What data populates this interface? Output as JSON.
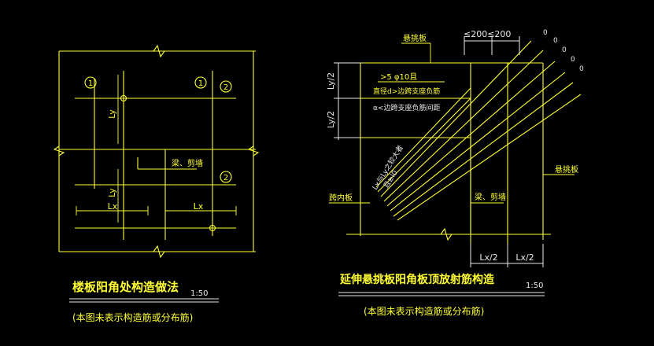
{
  "left_detail": {
    "title": "楼板阳角处构造做法",
    "scale": "1:50",
    "note": "(本图未表示构造筋或分布筋)",
    "label_ly_top": "Ly",
    "label_ly_bottom": "Ly",
    "label_lx_left": "Lx",
    "label_lx_right": "Lx",
    "label_beam_wall": "梁、剪墙",
    "marker_1a": "1",
    "marker_1b": "1",
    "marker_2a": "2",
    "marker_2b": "2"
  },
  "right_detail": {
    "title": "延伸悬挑板阳角板顶放射筋构造",
    "scale": "1:50",
    "note": "(本图未表示构造筋或分布筋)",
    "label_cantilever_top": "悬挑板",
    "label_cantilever_right": "悬挑板",
    "label_spacing": "≤200≤200",
    "label_rebar_count": ">5 φ10且",
    "label_diameter": "直径d>边跨支座负筋",
    "label_spacing_rule": "α<边跨支座负筋间距",
    "label_ly_half_top": "Ly/2",
    "label_ly_half_bottom": "Ly/2",
    "label_lx_half_left": "Lx/2",
    "label_lx_half_right": "Lx/2",
    "label_diag_length": "Lx与Ly之较大者",
    "label_diag_length2": "且≥l0",
    "label_inner_slab": "跨内板",
    "label_beam_wall": "梁、剪墙",
    "ring_labels": [
      "0",
      "0",
      "0",
      "0",
      "0"
    ]
  }
}
